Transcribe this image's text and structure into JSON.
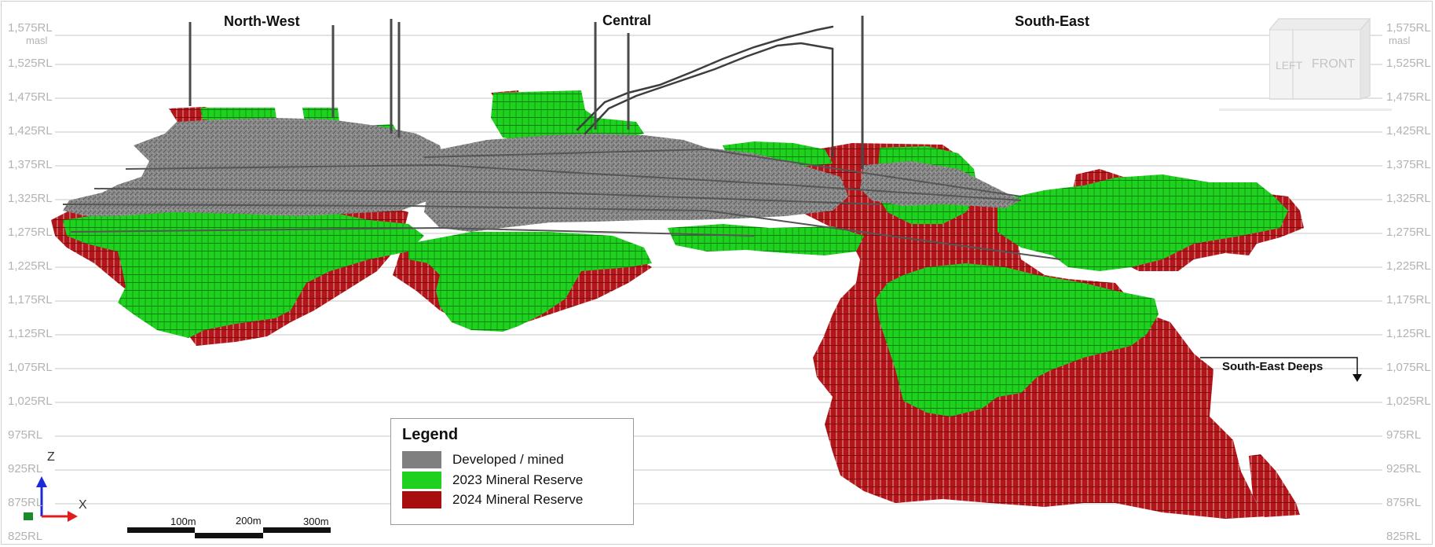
{
  "elevation_axis": {
    "unit": "masl",
    "levels": [
      "1,575RL",
      "1,525RL",
      "1,475RL",
      "1,425RL",
      "1,375RL",
      "1,325RL",
      "1,275RL",
      "1,225RL",
      "1,175RL",
      "1,125RL",
      "1,075RL",
      "1,025RL",
      "975RL",
      "925RL",
      "875RL",
      "825RL"
    ]
  },
  "zones": {
    "north_west": "North-West",
    "central": "Central",
    "south_east": "South-East",
    "south_east_deeps": "South-East Deeps"
  },
  "legend": {
    "title": "Legend",
    "items": [
      {
        "label": "Developed / mined",
        "color": "#7f7f7f"
      },
      {
        "label": "2023 Mineral Reserve",
        "color": "#1ed11e"
      },
      {
        "label": "2024 Mineral Reserve",
        "color": "#a80e0e"
      }
    ]
  },
  "scale_bar": {
    "labels": [
      "100m",
      "200m",
      "300m"
    ]
  },
  "axes_triad": {
    "z": "Z",
    "x": "X"
  },
  "view_cube": {
    "left_face": "LEFT",
    "front_face": "FRONT"
  },
  "colors": {
    "mined": "#7f7f7f",
    "reserve_2023": "#1ed11e",
    "reserve_2024": "#a80e0e",
    "gridline": "#dcdcdc"
  }
}
